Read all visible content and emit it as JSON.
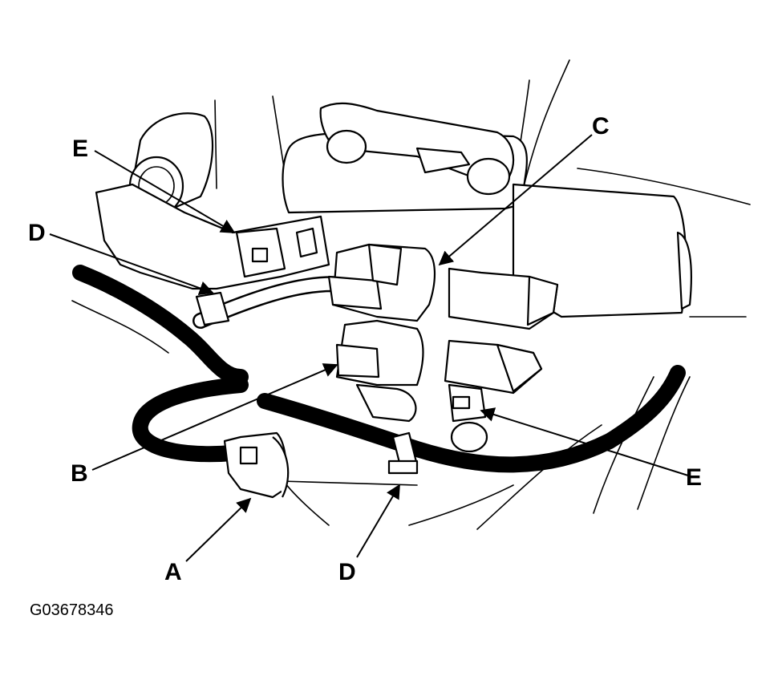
{
  "figure_id": "G03678346",
  "callouts": {
    "a": "A",
    "b": "B",
    "c": "C",
    "d_left": "D",
    "d_bottom": "D",
    "e_left": "E",
    "e_right": "E"
  }
}
